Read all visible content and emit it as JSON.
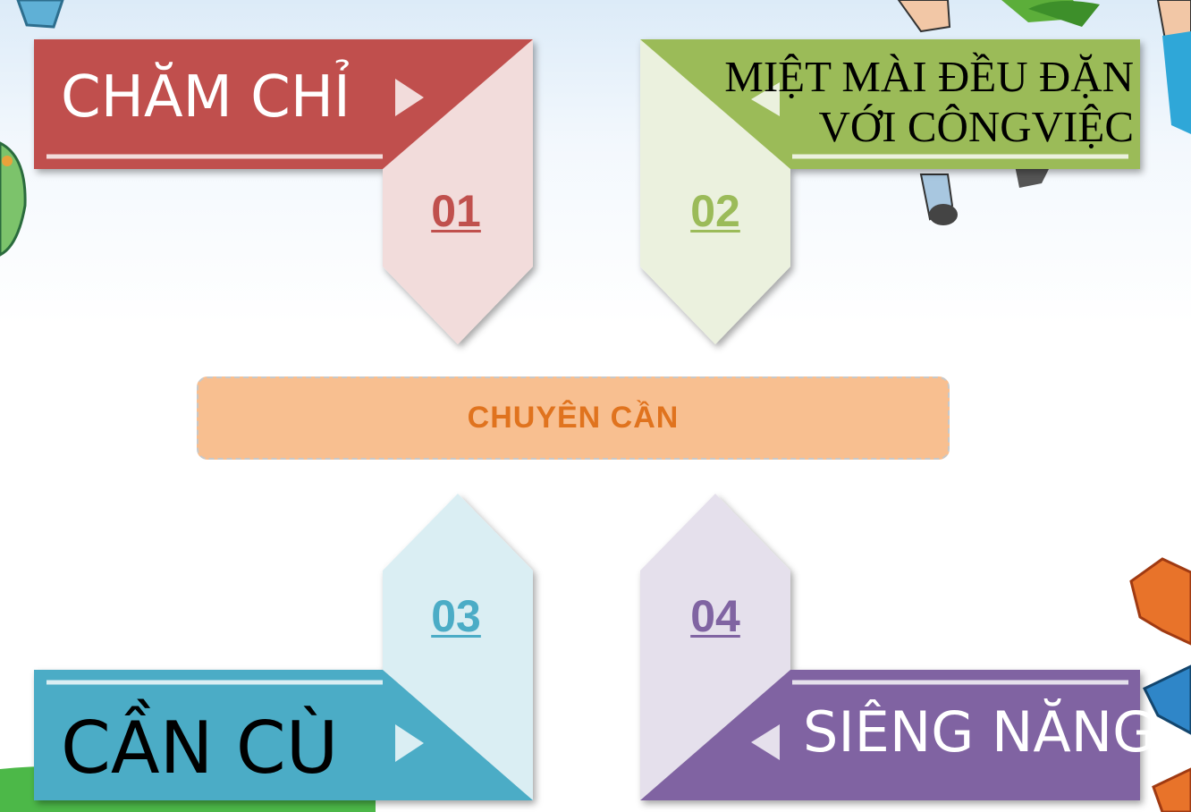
{
  "center": {
    "label": "CHUYÊN CẦN"
  },
  "cards": [
    {
      "id": "01",
      "number": "01",
      "title": "CHĂM CHỈ",
      "color": "#c0504d",
      "light": "#f2dcdb"
    },
    {
      "id": "02",
      "number": "02",
      "title_lines": [
        "MIỆT MÀI ĐỀU ĐẶN",
        "VỚI CÔNGVIỆC"
      ],
      "color": "#9bbb59",
      "light": "#ebf1de"
    },
    {
      "id": "03",
      "number": "03",
      "title": "CẦN CÙ",
      "color": "#4bacc6",
      "light": "#daeef3"
    },
    {
      "id": "04",
      "number": "04",
      "title": "SIÊNG NĂNG",
      "color": "#8064a2",
      "light": "#e5e0ec"
    }
  ],
  "icons": {
    "arrow_right": "play-triangle-right",
    "arrow_left": "play-triangle-left"
  }
}
